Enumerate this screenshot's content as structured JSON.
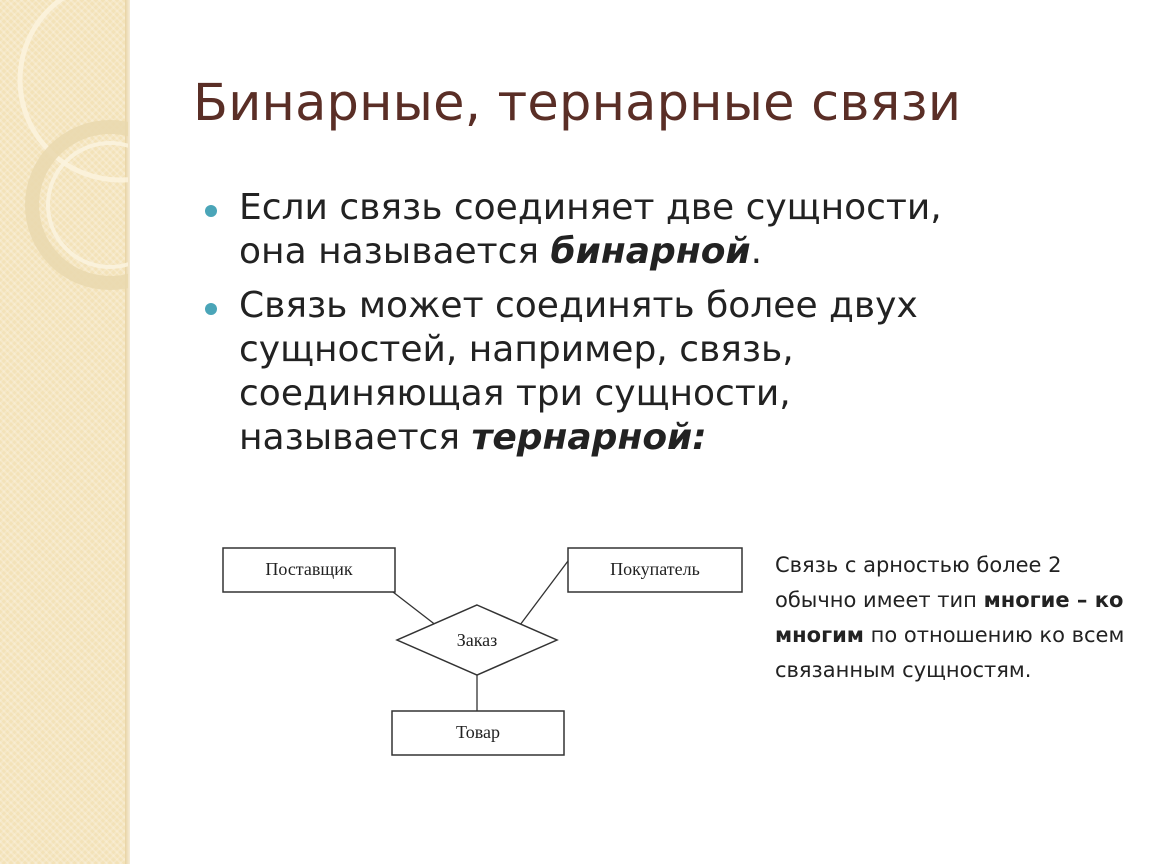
{
  "slide": {
    "title": "Бинарные, тернарные связи",
    "bullets": [
      {
        "before": "Если связь соединяет две сущности, она называется ",
        "term": "бинарной",
        "after": "."
      },
      {
        "before": "Связь может соединять более двух сущностей, например, связь, соединяющая три сущности, называется ",
        "term": "тернарной",
        "after": ":"
      }
    ],
    "bullet_color": "#4aa5b8",
    "title_color": "#5a2e26",
    "side_band_color": "#f3e2b8"
  },
  "diagram": {
    "entities": {
      "supplier": "Поставщик",
      "buyer": "Покупатель",
      "product": "Товар"
    },
    "relationship": "Заказ"
  },
  "note": {
    "part1": "Связь с арностью более 2 обычно имеет тип ",
    "bold": "многие – ко многим",
    "part2": " по отношению ко всем связанным сущностям."
  }
}
